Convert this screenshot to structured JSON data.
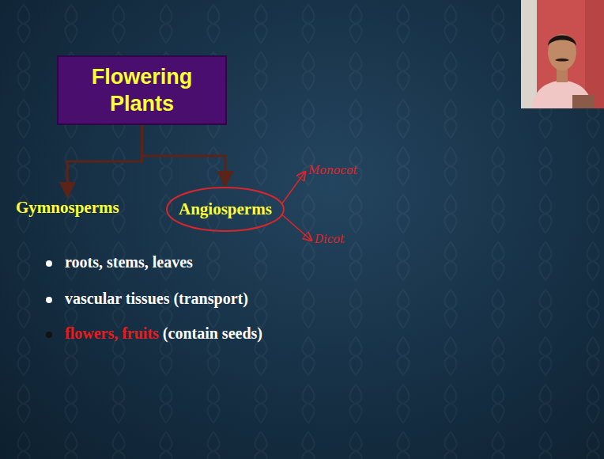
{
  "diagram": {
    "nodes": [
      {
        "text": [
          "Flowering Plants"
        ]
      },
      {
        "text": [
          "Gymnosperms"
        ]
      },
      {
        "text": [
          "Angiosperms"
        ]
      },
      {
        "text": [
          "Monocot"
        ]
      },
      {
        "text": [
          "Dicot"
        ]
      }
    ],
    "edges": [
      {
        "from": 0,
        "to": 1,
        "arrow": "to"
      },
      {
        "from": 0,
        "to": 2,
        "arrow": "to"
      },
      {
        "from": 2,
        "to": 3,
        "arrow": "to"
      },
      {
        "from": 2,
        "to": 4,
        "arrow": "to"
      }
    ],
    "labels": [
      "roots, stems, leaves",
      "vascular tissues (transport)",
      "flowers, fruits",
      "(contain seeds)"
    ]
  }
}
